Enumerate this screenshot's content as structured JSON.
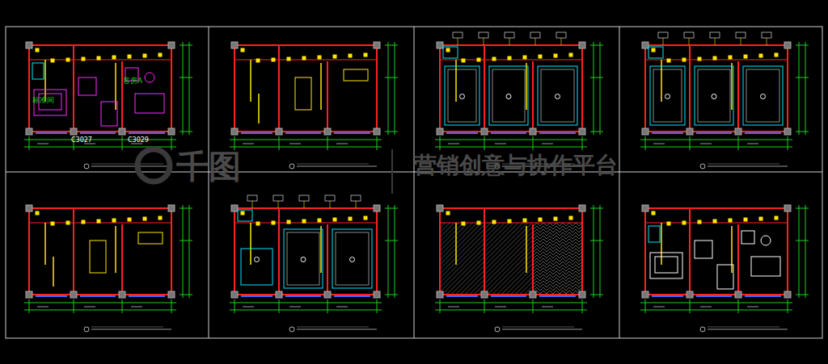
{
  "diagram": {
    "labels": [
      "C3027",
      "C3029",
      "客房A",
      "标准间",
      "千图",
      "营销创意与协作平台"
    ]
  }
}
